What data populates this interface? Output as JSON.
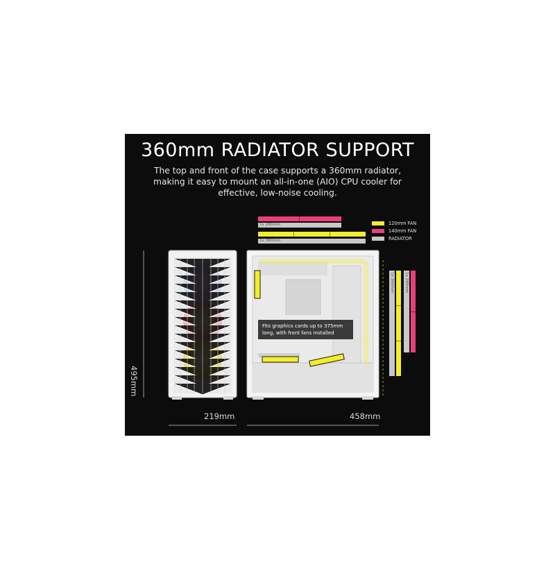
{
  "header": {
    "title": "360mm RADIATOR SUPPORT",
    "description": "The top and front of the case supports a 360mm radiator, making it easy to mount an all-in-one (AIO) CPU cooler for effective, low-noise cooling."
  },
  "legend": {
    "items": [
      {
        "label": "120mm FAN",
        "color": "#f4ed2a"
      },
      {
        "label": "140mm FAN",
        "color": "#e8407a"
      },
      {
        "label": "RADIATOR",
        "color": "#c8c8c8"
      }
    ]
  },
  "top_bars": {
    "radiator_280": "1x 280mm",
    "radiator_360": "1x 360mm"
  },
  "side_bars": {
    "radiator_360": "1x 360mm",
    "radiator_280": "1x 280mm"
  },
  "callout": {
    "text": "Fits graphics cards up to 375mm long, with front fans installed"
  },
  "dimensions": {
    "height": "495mm",
    "width": "219mm",
    "depth": "458mm"
  },
  "colors": {
    "background": "#0c0c0c",
    "fan_120": "#f4ed2a",
    "fan_140": "#e8407a",
    "radiator": "#c8c8c8"
  }
}
